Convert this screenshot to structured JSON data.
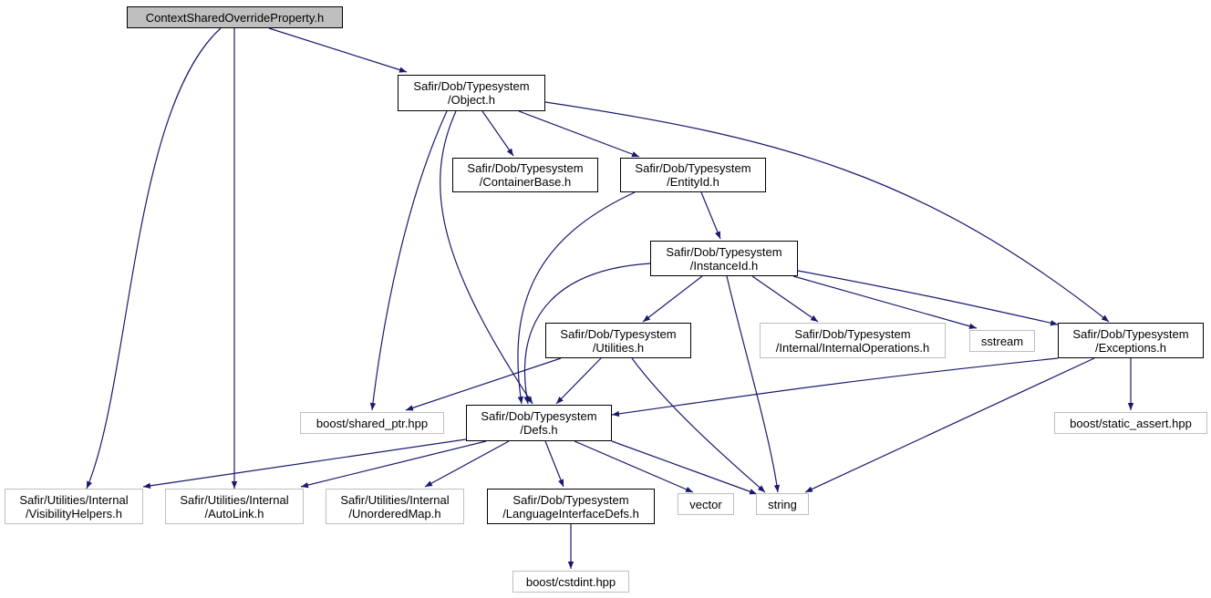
{
  "colors": {
    "edge": "#191970",
    "node_border": "#000000",
    "external_border": "#bfbfbf",
    "root_fill": "#bfbfbf"
  },
  "nodes": [
    {
      "id": "root",
      "lines": [
        "ContextSharedOverrideProperty.h"
      ],
      "kind": "root"
    },
    {
      "id": "object",
      "lines": [
        "Safir/Dob/Typesystem",
        "/Object.h"
      ],
      "kind": "file"
    },
    {
      "id": "containerbase",
      "lines": [
        "Safir/Dob/Typesystem",
        "/ContainerBase.h"
      ],
      "kind": "file"
    },
    {
      "id": "entityid",
      "lines": [
        "Safir/Dob/Typesystem",
        "/EntityId.h"
      ],
      "kind": "file"
    },
    {
      "id": "instanceid",
      "lines": [
        "Safir/Dob/Typesystem",
        "/InstanceId.h"
      ],
      "kind": "file"
    },
    {
      "id": "utilities",
      "lines": [
        "Safir/Dob/Typesystem",
        "/Utilities.h"
      ],
      "kind": "file"
    },
    {
      "id": "internalops",
      "lines": [
        "Safir/Dob/Typesystem",
        "/Internal/InternalOperations.h"
      ],
      "kind": "external"
    },
    {
      "id": "sstream",
      "lines": [
        "sstream"
      ],
      "kind": "external"
    },
    {
      "id": "exceptions",
      "lines": [
        "Safir/Dob/Typesystem",
        "/Exceptions.h"
      ],
      "kind": "file"
    },
    {
      "id": "sharedptr",
      "lines": [
        "boost/shared_ptr.hpp"
      ],
      "kind": "external"
    },
    {
      "id": "defs",
      "lines": [
        "Safir/Dob/Typesystem",
        "/Defs.h"
      ],
      "kind": "file"
    },
    {
      "id": "staticassert",
      "lines": [
        "boost/static_assert.hpp"
      ],
      "kind": "external"
    },
    {
      "id": "visibility",
      "lines": [
        "Safir/Utilities/Internal",
        "/VisibilityHelpers.h"
      ],
      "kind": "external"
    },
    {
      "id": "autolink",
      "lines": [
        "Safir/Utilities/Internal",
        "/AutoLink.h"
      ],
      "kind": "external"
    },
    {
      "id": "unorderedmap",
      "lines": [
        "Safir/Utilities/Internal",
        "/UnorderedMap.h"
      ],
      "kind": "external"
    },
    {
      "id": "langiface",
      "lines": [
        "Safir/Dob/Typesystem",
        "/LanguageInterfaceDefs.h"
      ],
      "kind": "file"
    },
    {
      "id": "vector",
      "lines": [
        "vector"
      ],
      "kind": "external"
    },
    {
      "id": "string",
      "lines": [
        "string"
      ],
      "kind": "external"
    },
    {
      "id": "cstdint",
      "lines": [
        "boost/cstdint.hpp"
      ],
      "kind": "external"
    }
  ],
  "edges": [
    [
      "root",
      "visibility"
    ],
    [
      "root",
      "autolink"
    ],
    [
      "root",
      "object"
    ],
    [
      "object",
      "containerbase"
    ],
    [
      "object",
      "entityid"
    ],
    [
      "object",
      "sharedptr"
    ],
    [
      "object",
      "defs"
    ],
    [
      "object",
      "exceptions"
    ],
    [
      "entityid",
      "instanceid"
    ],
    [
      "entityid",
      "defs"
    ],
    [
      "instanceid",
      "defs"
    ],
    [
      "instanceid",
      "utilities"
    ],
    [
      "instanceid",
      "internalops"
    ],
    [
      "instanceid",
      "sstream"
    ],
    [
      "instanceid",
      "exceptions"
    ],
    [
      "instanceid",
      "string"
    ],
    [
      "utilities",
      "sharedptr"
    ],
    [
      "utilities",
      "defs"
    ],
    [
      "utilities",
      "string"
    ],
    [
      "exceptions",
      "defs"
    ],
    [
      "exceptions",
      "staticassert"
    ],
    [
      "exceptions",
      "string"
    ],
    [
      "defs",
      "visibility"
    ],
    [
      "defs",
      "autolink"
    ],
    [
      "defs",
      "unorderedmap"
    ],
    [
      "defs",
      "langiface"
    ],
    [
      "defs",
      "vector"
    ],
    [
      "defs",
      "string"
    ],
    [
      "langiface",
      "cstdint"
    ]
  ]
}
